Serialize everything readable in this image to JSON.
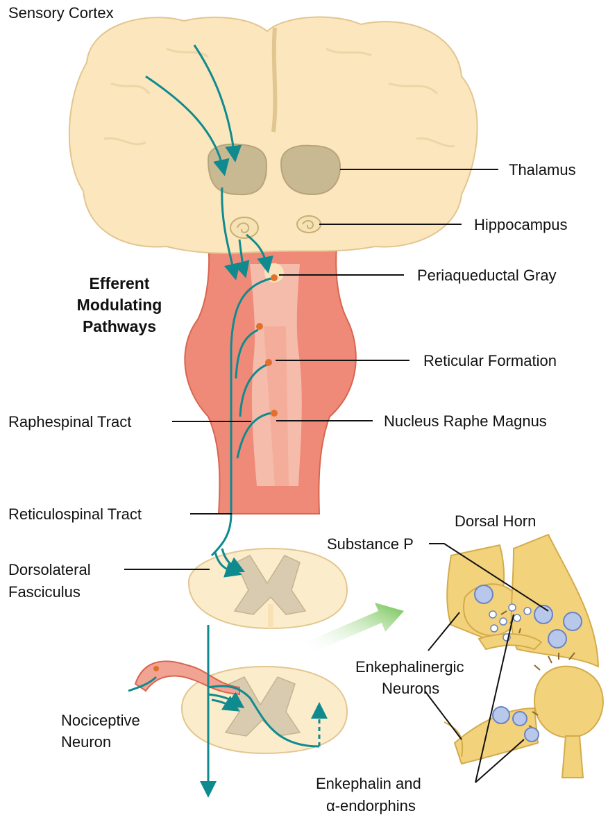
{
  "labels": {
    "sensory_cortex": "Sensory Cortex",
    "thalamus": "Thalamus",
    "hippocampus": "Hippocampus",
    "periaqueductal_gray": "Periaqueductal Gray",
    "efferent_line1": "Efferent",
    "efferent_line2": "Modulating",
    "efferent_line3": "Pathways",
    "reticular_formation": "Reticular Formation",
    "raphespinal_tract": "Raphespinal Tract",
    "nucleus_raphe_magnus": "Nucleus Raphe Magnus",
    "reticulospinal_tract": "Reticulospinal Tract",
    "dorsal_horn": "Dorsal Horn",
    "substance_p": "Substance P",
    "dorsolateral_line1": "Dorsolateral",
    "dorsolateral_line2": "Fasciculus",
    "enkephalinergic_line1": "Enkephalinergic",
    "enkephalinergic_line2": "Neurons",
    "nociceptive_line1": "Nociceptive",
    "nociceptive_line2": "Neuron",
    "enkephalin_line1": "Enkephalin and",
    "enkephalin_line2": "α-endorphins"
  },
  "colors": {
    "brain": "#fbe6bd",
    "brain_stroke": "#e2c690",
    "thalamus": "#c9b992",
    "brainstem": "#f08a78",
    "brainstem_light": "#f7c4b4",
    "pathway": "#0f8a8e",
    "nucleus_dot": "#e2702b",
    "neuron": "#f3d27c",
    "vesicle": "#b8c8ea",
    "arrow_green": "#6cc04a"
  }
}
